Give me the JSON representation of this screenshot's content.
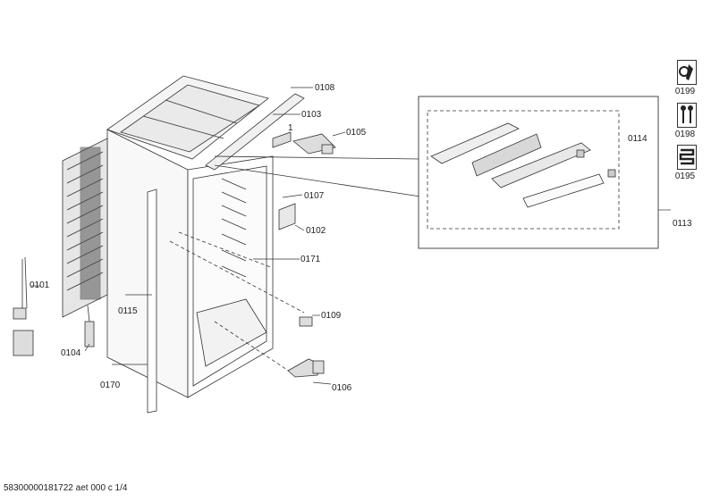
{
  "labels": {
    "p0108": "0108",
    "p0103": "0103",
    "p0103_qty": "1",
    "p0105": "0105",
    "p0114": "0114",
    "p0113": "0113",
    "p0107": "0107",
    "p0102": "0102",
    "p0171": "0171",
    "p0101": "0101",
    "p0115": "0115",
    "p0109": "0109",
    "p0104": "0104",
    "p0170": "0170",
    "p0106": "0106"
  },
  "sidebar": {
    "items": [
      {
        "code": "0199",
        "icon": "wrench-gear-icon"
      },
      {
        "code": "0198",
        "icon": "screws-icon"
      },
      {
        "code": "0195",
        "icon": "heating-coil-icon"
      }
    ]
  },
  "footer": {
    "doc_id": "58300000181722 aet 000 c 1/4"
  }
}
